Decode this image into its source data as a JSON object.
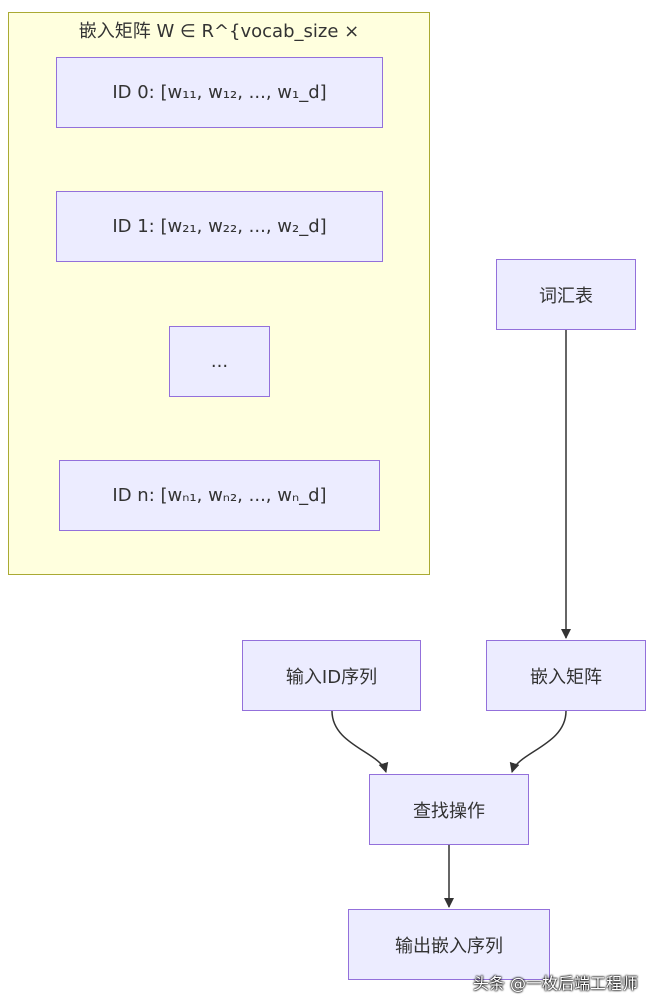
{
  "cluster": {
    "title": "嵌入矩阵 W ∈ R^{vocab_size ×"
  },
  "nodes": {
    "row0": "ID 0: [w₁₁, w₁₂, ..., w₁_d]",
    "row1": "ID 1: [w₂₁, w₂₂, ..., w₂_d]",
    "ellipsis": "...",
    "rown": "ID n: [wₙ₁, wₙ₂, ..., wₙ_d]",
    "vocab": "词汇表",
    "input_ids": "输入ID序列",
    "embed_matrix": "嵌入矩阵",
    "lookup": "查找操作",
    "output": "输出嵌入序列"
  },
  "watermark": "头条 @一枚后端工程师",
  "colors": {
    "node_fill": "#ececff",
    "node_border": "#9370db",
    "cluster_fill": "#ffffde",
    "cluster_border": "#aaaa33",
    "edge": "#333333"
  }
}
